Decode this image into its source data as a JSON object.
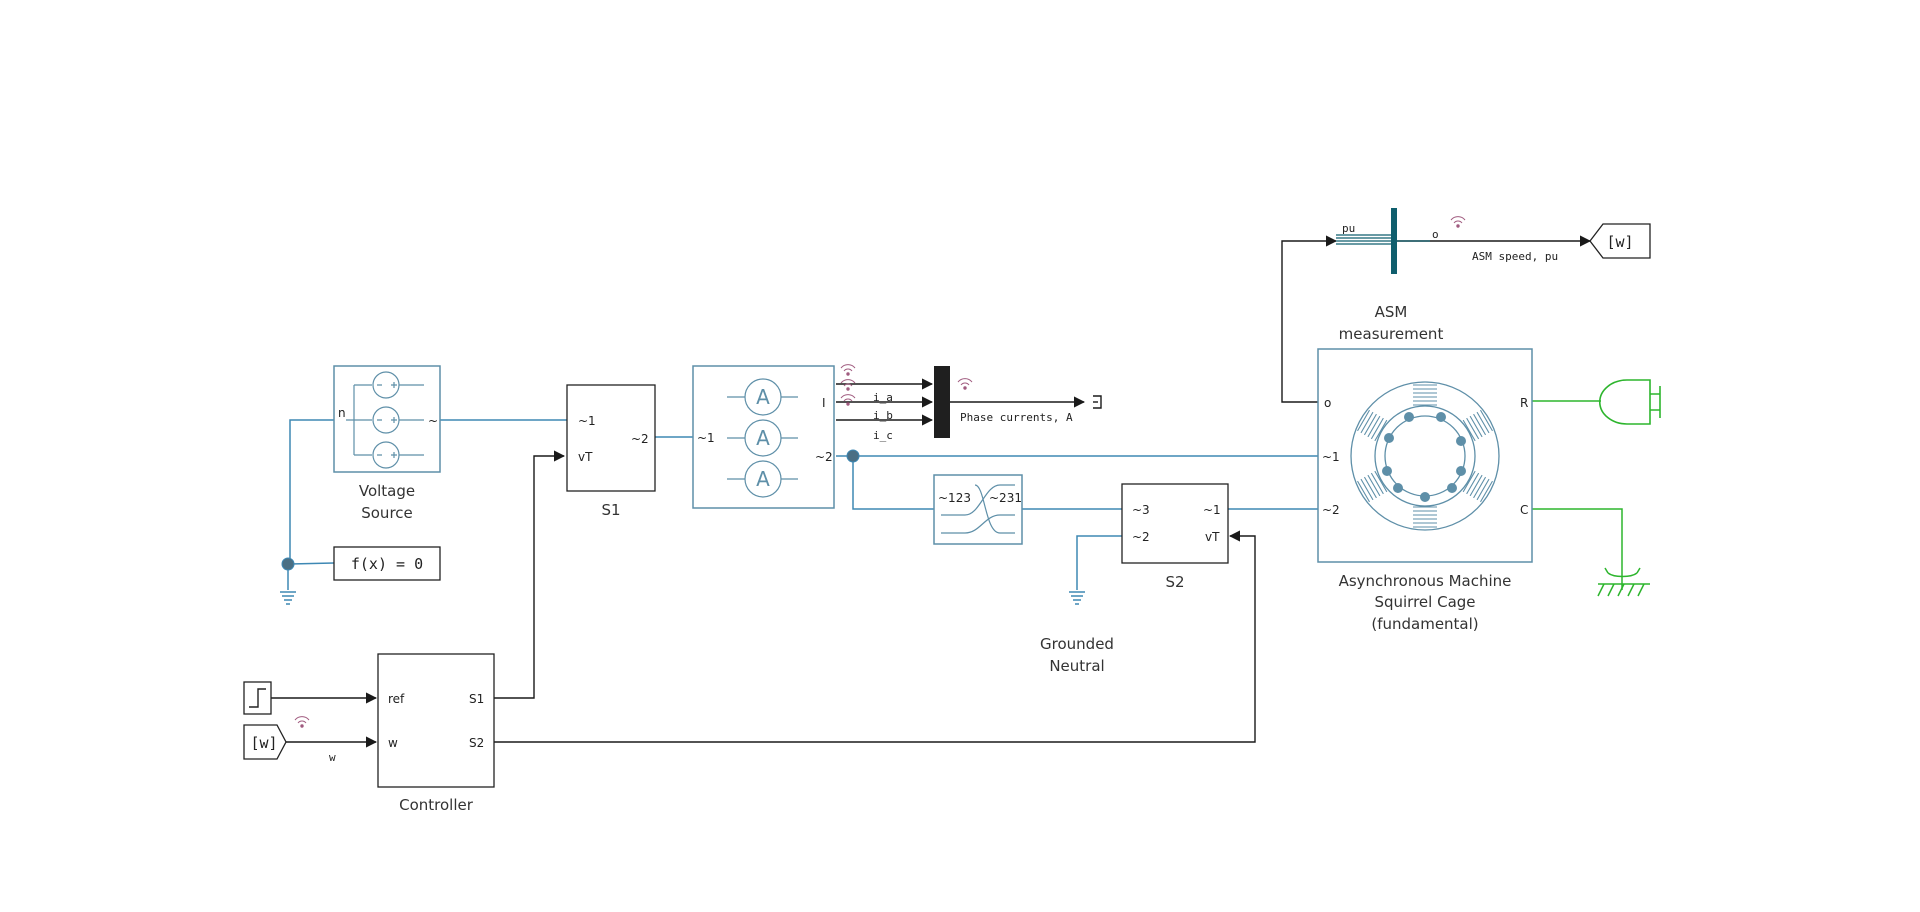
{
  "colors": {
    "electrical": "#3e88b4",
    "block_stroke": "#5e8fa8",
    "signal": "#1a1a1a",
    "mechanical": "#2db52d",
    "mux_bar": "#1f1f1f",
    "bus_selector": "#0f5e6d",
    "log_icon": "#a05b7f"
  },
  "blocks": {
    "voltage_source": {
      "name_line1": "Voltage",
      "name_line2": "Source",
      "port_n": "n",
      "port_out": "~"
    },
    "solver": {
      "expr": "f(x) = 0"
    },
    "s1": {
      "name": "S1",
      "port_in1": "~1",
      "port_vt": "vT",
      "port_out2": "~2"
    },
    "current_sensor": {
      "port_in": "~1",
      "port_i": "I",
      "port_out": "~2"
    },
    "phase_currents": {
      "sig_a": "i_a",
      "sig_b": "i_b",
      "sig_c": "i_c",
      "label": "Phase currents, A"
    },
    "phase_permute": {
      "left": "~123",
      "right": "~231"
    },
    "s2": {
      "name": "S2",
      "port_3": "~3",
      "port_2": "~2",
      "port_1": "~1",
      "port_vt": "vT"
    },
    "grounded_neutral": {
      "name_line1": "Grounded",
      "name_line2": "Neutral"
    },
    "asm": {
      "name_line1": "Asynchronous Machine",
      "name_line2": "Squirrel Cage",
      "name_line3": "(fundamental)",
      "port_o": "o",
      "port_1": "~1",
      "port_2": "~2",
      "port_r": "R",
      "port_c": "C"
    },
    "asm_measurement": {
      "name_line1": "ASM",
      "name_line2": "measurement",
      "port_pu": "pu",
      "port_o": "o",
      "signal_label": "ASM speed, pu"
    },
    "goto_w": {
      "tag": "[w]"
    },
    "from_w": {
      "tag": "[w]",
      "signal_label": "w"
    },
    "controller": {
      "name": "Controller",
      "port_ref": "ref",
      "port_w": "w",
      "port_s1": "S1",
      "port_s2": "S2"
    }
  }
}
